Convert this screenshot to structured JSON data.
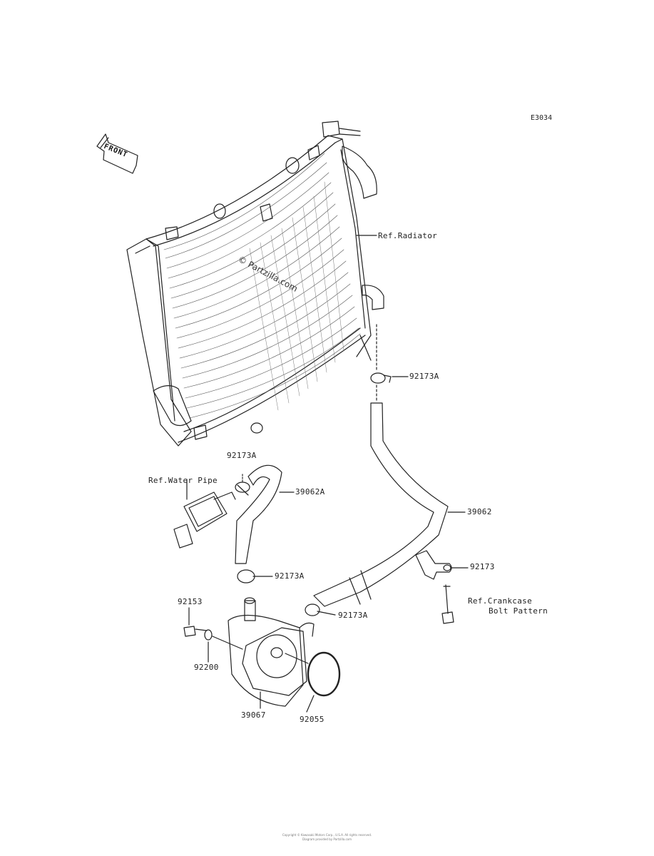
{
  "diagram": {
    "code": "E3034",
    "front_label": "FRONT",
    "watermark": "© Partzilla.com",
    "footer_line1": "Copyright © Kawasaki Motors Corp., U.S.A. All rights reserved.",
    "footer_line2": "Diagram provided by Partzilla.com",
    "labels": {
      "ref_radiator": "Ref.Radiator",
      "p92173a_1": "92173A",
      "p92173a_2": "92173A",
      "ref_water_pipe": "Ref.Water Pipe",
      "p39062a": "39062A",
      "p39062": "39062",
      "p92173": "92173",
      "p92173a_3": "92173A",
      "ref_crankcase_1": "Ref.Crankcase",
      "ref_crankcase_2": "Bolt Pattern",
      "p92173a_4": "92173A",
      "p92153": "92153",
      "p92200": "92200",
      "p39067": "39067",
      "p92055": "92055"
    }
  }
}
